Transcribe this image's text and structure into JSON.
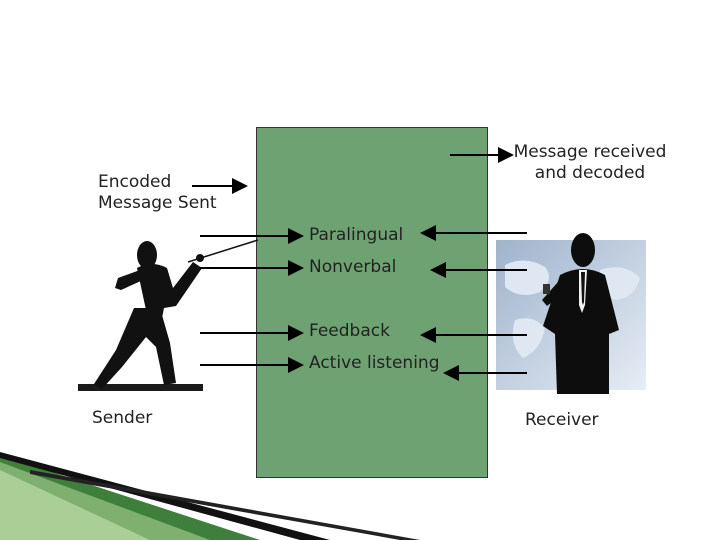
{
  "diagram": {
    "encoded_label": "Encoded\nMessage Sent",
    "received_label_line1": "Message received",
    "received_label_line2": "and decoded",
    "sender_label": "Sender",
    "receiver_label": "Receiver",
    "channel_items": [
      "Paralingual",
      "Nonverbal",
      "Feedback",
      "Active listening"
    ]
  },
  "colors": {
    "channel_box": "#6fa272",
    "arrows": "#000000",
    "corner_accent": "#4e8f4a"
  },
  "icons": [
    "fencer-silhouette",
    "businessman-silhouette",
    "world-map-background"
  ]
}
